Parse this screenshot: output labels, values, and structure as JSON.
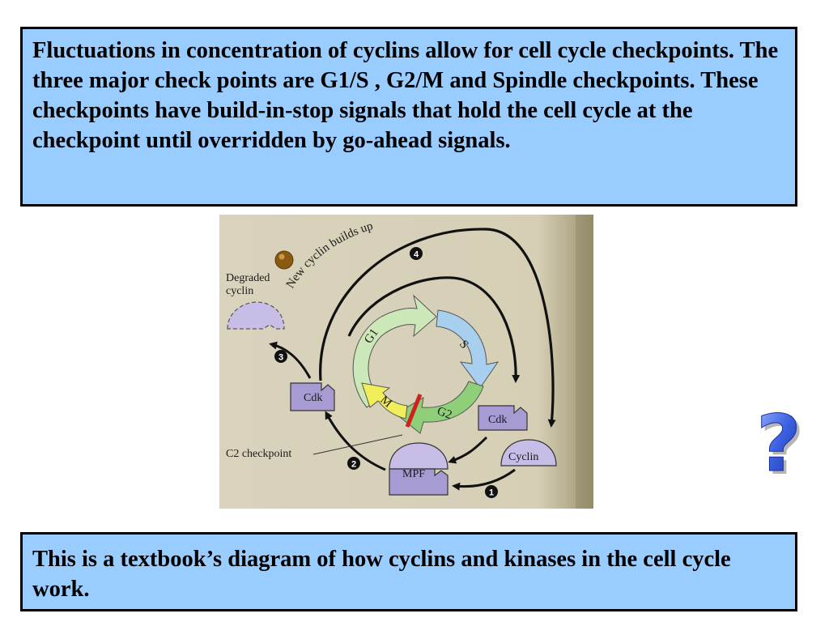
{
  "slide": {
    "top_text": "Fluctuations in concentration of cyclins allow for cell cycle checkpoints.  The three major check points are G1/S , G2/M and Spindle checkpoints.  These checkpoints have build-in-stop signals that hold the cell cycle at the checkpoint until overridden by go-ahead signals.",
    "bottom_text": "This is a textbook’s diagram of how cyclins and kinases in the cell cycle work."
  },
  "figure": {
    "new_cyclin_label": "New cyclin builds up",
    "degraded_label_line1": "Degraded",
    "degraded_label_line2": "cyclin",
    "cdk_left": "Cdk",
    "cdk_right": "Cdk",
    "cyclin": "Cyclin",
    "mpf": "MPF",
    "checkpoint_label": "C2 checkpoint",
    "phases": {
      "g1": "G1",
      "s": "S",
      "g2": "G2",
      "m": "M"
    },
    "steps": [
      "1",
      "2",
      "3",
      "4"
    ]
  },
  "help_icon": {
    "glyph": "?",
    "color": "#3355cc"
  },
  "colors": {
    "box_fill": "#99ccff",
    "figure_bg": "#ddd6c0",
    "cdk_fill": "#a89ad2",
    "arrow_g1": "#cde8b8",
    "arrow_s": "#a8d0ee",
    "arrow_g2": "#8fcf7a",
    "arrow_m": "#f2ee5a",
    "checkpoint_bar": "#d12020"
  }
}
